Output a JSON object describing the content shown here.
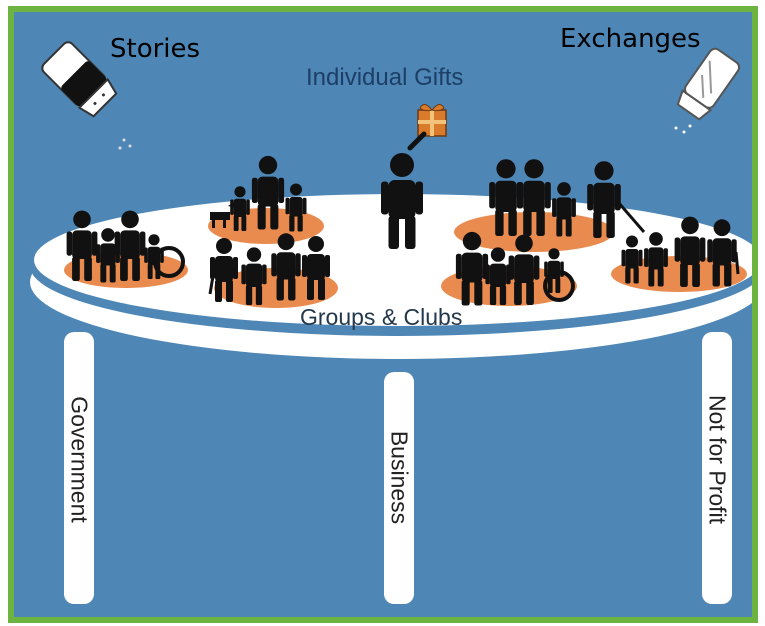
{
  "corner_labels": {
    "left": "Stories",
    "right": "Exchanges"
  },
  "top_label": "Individual Gifts",
  "table_label": "Groups & Clubs",
  "legs": {
    "left": "Government",
    "center": "Business",
    "right": "Not for Profit"
  },
  "icons": {
    "left_shaker": "pepper-shaker-icon",
    "right_shaker": "salt-shaker-icon",
    "gift": "gift-box-icon"
  },
  "colors": {
    "border": "#6cb33f",
    "background": "#4e86b5",
    "table": "#ffffff",
    "group_circle": "#e98b4f",
    "figure": "#111111",
    "gift": "#d97b2a"
  }
}
